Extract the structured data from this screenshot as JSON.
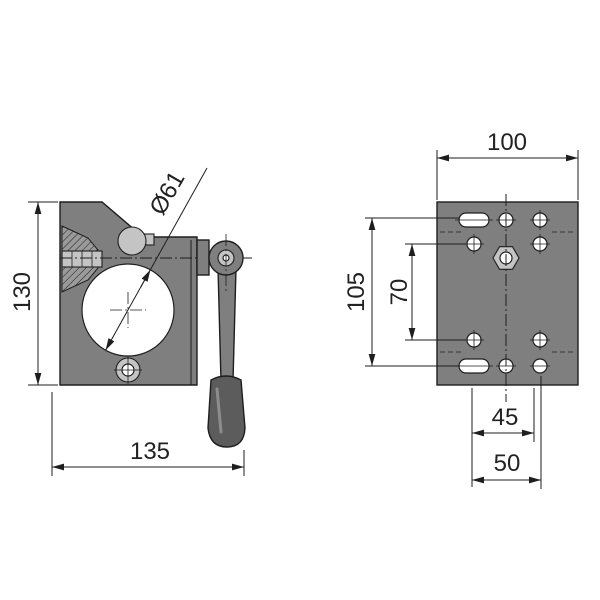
{
  "drawing": {
    "side_view": {
      "height_dim": "130",
      "width_dim": "135",
      "bore_dim": "Ø61"
    },
    "plate_view": {
      "width_dim": "100",
      "outer_hole_span_dim": "105",
      "inner_hole_span_dim": "70",
      "hole_spacing_dim_a": "45",
      "hole_spacing_dim_b": "50"
    }
  },
  "colors": {
    "background": "#ffffff",
    "body": "#7f7f7f",
    "handle": "#5c5c5c",
    "line": "#1e1e1e",
    "hole": "#ffffff"
  }
}
